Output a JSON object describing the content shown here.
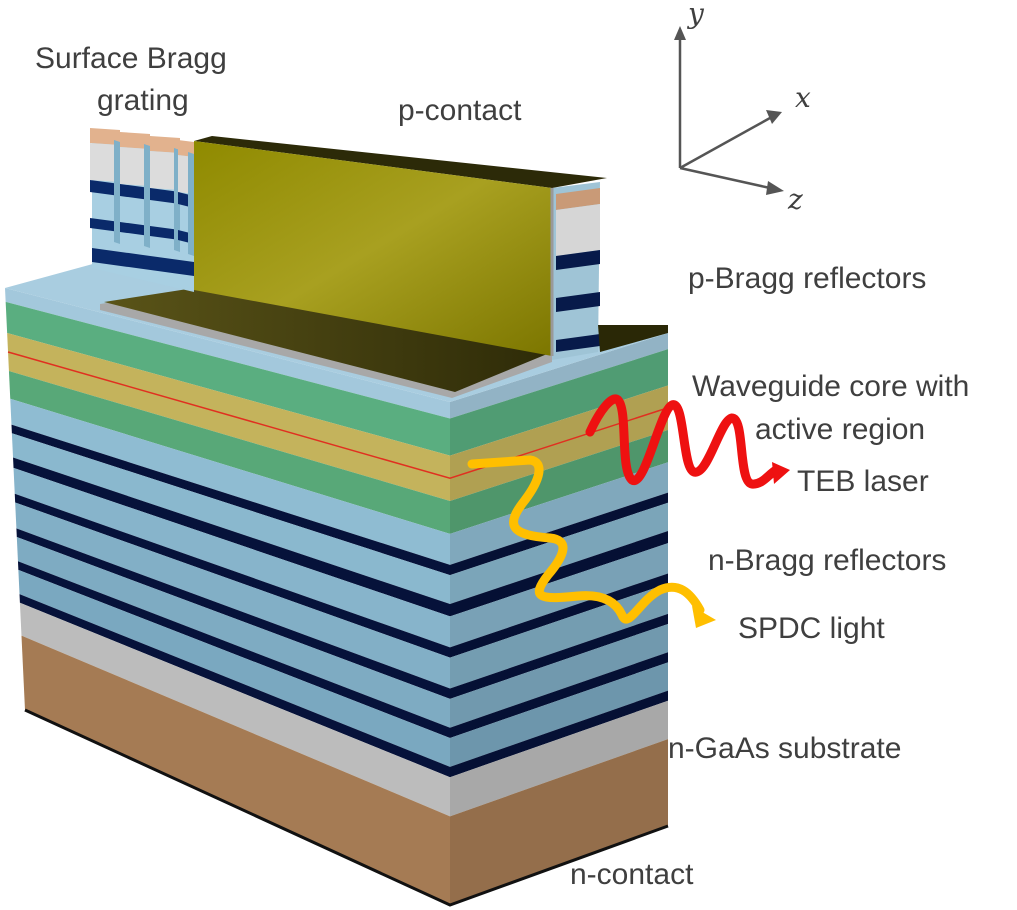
{
  "labels": {
    "surface_bragg_line1": "Surface Bragg",
    "surface_bragg_line2": "grating",
    "p_contact": "p-contact",
    "p_bragg": "p-Bragg reflectors",
    "waveguide_line1": "Waveguide core with",
    "waveguide_line2": "active region",
    "teb_laser": "TEB laser",
    "n_bragg": "n-Bragg reflectors",
    "spdc_light": "SPDC light",
    "substrate": "n-GaAs substrate",
    "n_contact": "n-contact"
  },
  "axes": {
    "y": "y",
    "x": "x",
    "z": "z"
  },
  "colors": {
    "text": "#3f3f3f",
    "laser": "#ee1111",
    "spdc": "#ffbf00",
    "contact_gold": "#9a9400",
    "substrate": "#a27a52"
  }
}
